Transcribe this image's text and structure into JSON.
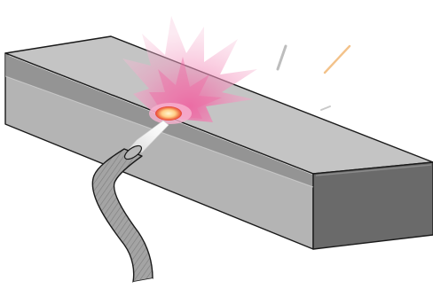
{
  "scene": {
    "kind": "welding-illustration",
    "colors": {
      "background": "#ffffff",
      "outline": "#1a1a1a",
      "block_top": "#c2c2c2",
      "block_front": "#b2b2b2",
      "block_end": "#6a6a6a",
      "weld_groove": "#8f8f8f",
      "flare": "#f0a6c6",
      "flare_core": "#f56fa8",
      "weld_pool": "#ffd29a",
      "weld_ring": "#e8403a",
      "electrode_body": "#9c9c9c",
      "arc_jet": "#f3f3f3",
      "spark_gray": "#bdbdbd",
      "spark_orange": "#f3c28a"
    },
    "icons": [
      "steel-block",
      "weld-flare",
      "weld-pool",
      "electrode-holder",
      "sparks"
    ]
  }
}
